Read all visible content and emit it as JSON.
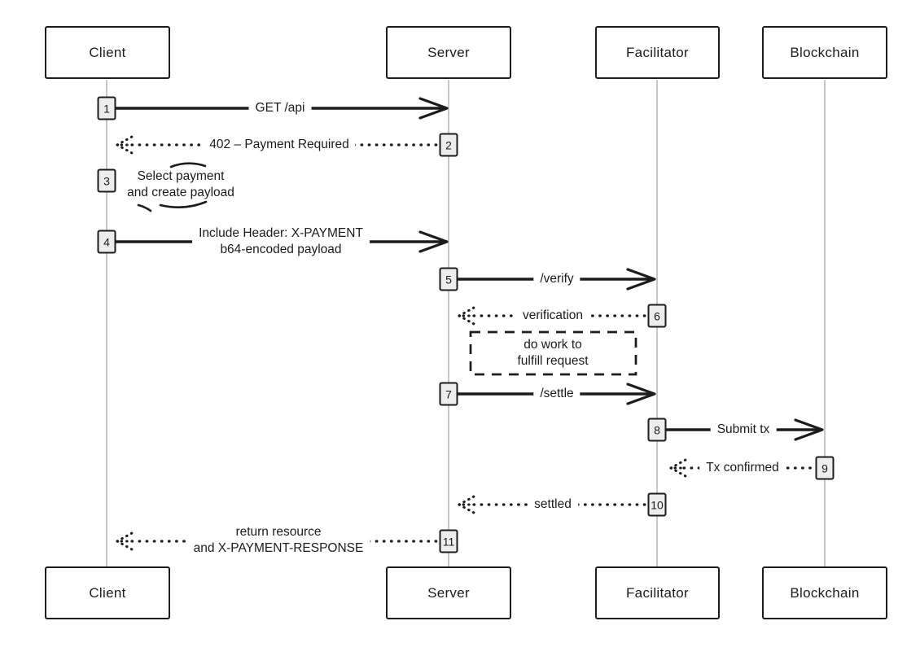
{
  "actors": [
    {
      "label": "Client"
    },
    {
      "label": "Server"
    },
    {
      "label": "Facilitator"
    },
    {
      "label": "Blockchain"
    }
  ],
  "messages": [
    {
      "num": "1",
      "from": "Client",
      "to": "Server",
      "type": "solid",
      "lines": [
        "GET /api"
      ]
    },
    {
      "num": "2",
      "from": "Server",
      "to": "Client",
      "type": "dashed",
      "lines": [
        "402 – Payment Required"
      ]
    },
    {
      "num": "3",
      "from": "Client",
      "to": "Client",
      "type": "self",
      "lines": [
        "Select payment",
        "and create payload"
      ]
    },
    {
      "num": "4",
      "from": "Client",
      "to": "Server",
      "type": "solid",
      "lines": [
        "Include Header: X-PAYMENT",
        "b64-encoded payload"
      ]
    },
    {
      "num": "5",
      "from": "Server",
      "to": "Facilitator",
      "type": "solid",
      "lines": [
        "/verify"
      ]
    },
    {
      "num": "6",
      "from": "Facilitator",
      "to": "Server",
      "type": "dashed",
      "lines": [
        "verification"
      ]
    },
    {
      "num": "7",
      "from": "Server",
      "to": "Facilitator",
      "type": "solid",
      "lines": [
        "/settle"
      ]
    },
    {
      "num": "8",
      "from": "Facilitator",
      "to": "Blockchain",
      "type": "solid",
      "lines": [
        "Submit tx"
      ]
    },
    {
      "num": "9",
      "from": "Blockchain",
      "to": "Facilitator",
      "type": "dashed",
      "lines": [
        "Tx confirmed"
      ]
    },
    {
      "num": "10",
      "from": "Facilitator",
      "to": "Server",
      "type": "dashed",
      "lines": [
        "settled"
      ]
    },
    {
      "num": "11",
      "from": "Server",
      "to": "Client",
      "type": "dashed",
      "lines": [
        "return resource",
        "and X-PAYMENT-RESPONSE"
      ]
    }
  ],
  "note": {
    "lines": [
      "do work to",
      "fulfill request"
    ]
  },
  "colors": {
    "ink": "#1c1c1c",
    "lifeline": "#bdbdbd",
    "badge_fill": "#ededed",
    "background": "#ffffff"
  }
}
